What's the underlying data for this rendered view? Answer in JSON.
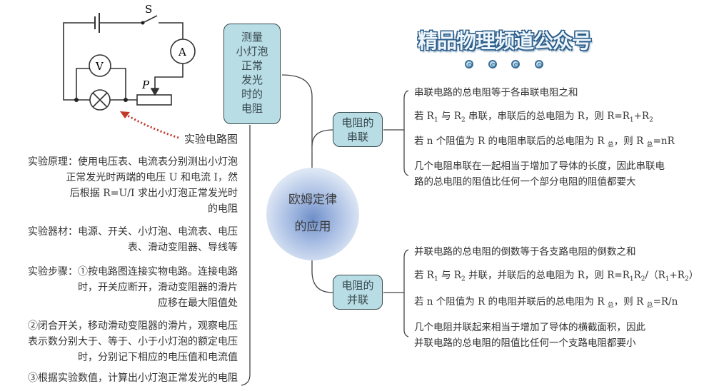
{
  "circuit": {
    "switch_label": "S",
    "ammeter_label": "A",
    "voltmeter_label": "V",
    "slider_label": "P",
    "caption": "实验电路图"
  },
  "left_text": {
    "principle": [
      "实验原理：使用电压表、电流表分别测出小灯泡",
      "正常发光时两端的电压 U 和电流 I，然",
      "后根据 R=U/I 求出小灯泡正常发光时",
      "的电阻"
    ],
    "equipment": [
      "实验器材：电源、开关、小灯泡、电流表、电压",
      "表、滑动变阻器、导线等"
    ],
    "steps1": [
      "实验步骤：①按电路图连接实物电路。连接电路",
      "时，开关应断开，滑动变阻器的滑片",
      "应移在最大阻值处"
    ],
    "steps2": [
      "②闭合开关，移动滑动变阻器的滑片，观察电压",
      "表示数分别大于、等于、小于小灯泡的额定电压",
      "时，分别记下相应的电压值和电流值"
    ],
    "steps3": "③根据实验数值，计算出小灯泡正常发光的电阻"
  },
  "measure_node": [
    "测量",
    "小灯泡",
    "正常",
    "发光",
    "时的",
    "电阻"
  ],
  "center_node": [
    "欧姆定律",
    "的应用"
  ],
  "title": "精品物理频道公众号",
  "series_node": [
    "电阻的",
    "串联"
  ],
  "parallel_node": [
    "电阻的",
    "并联"
  ],
  "series_text": {
    "l1": "串联电路的总电阻等于各串联电阻之和",
    "l2a": "若 R",
    "l2b": "1",
    "l2c": " 与 R",
    "l2d": "2",
    "l2e": " 串联，串联后的总电阻为 R，则 R=R",
    "l2f": "1",
    "l2g": "+R",
    "l2h": "2",
    "l3a": "若 n 个阻值为 R 的电阻串联后的总电阻为 R ",
    "l3b": "总",
    "l3c": "，则 R ",
    "l3d": "总",
    "l3e": "=nR",
    "l4": [
      "几个电阻串联在一起相当于增加了导体的长度，因此串联电",
      "路的总电阻的阻值比任何一个部分电阻的阻值都要大"
    ]
  },
  "parallel_text": {
    "l1": "并联电路的总电阻的倒数等于各支路电阻的倒数之和",
    "l2a": "若 R",
    "l2b": "1",
    "l2c": " 与 R",
    "l2d": "2",
    "l2e": " 并联，并联后的总电阻为 R，则 R=R",
    "l2f": "1",
    "l2g": "R",
    "l2h": "2",
    "l2i": "/（R",
    "l2j": "1",
    "l2k": "+R",
    "l2l": "2",
    "l2m": "）",
    "l3a": "若 n 个阻值为 R 的电阻并联后的总电阻为 R ",
    "l3b": "总",
    "l3c": "，则 R ",
    "l3d": "总",
    "l3e": "=R/n",
    "l4": [
      "几个电阻并联起来相当于增加了导体的横截面积，因此",
      "并联电路的总电阻的阻值比任何一个支路电阻都要小"
    ]
  },
  "colors": {
    "node_fill": "#b8dde5",
    "arrow": "#c0392b",
    "title_stroke": "#2a5d8a"
  }
}
